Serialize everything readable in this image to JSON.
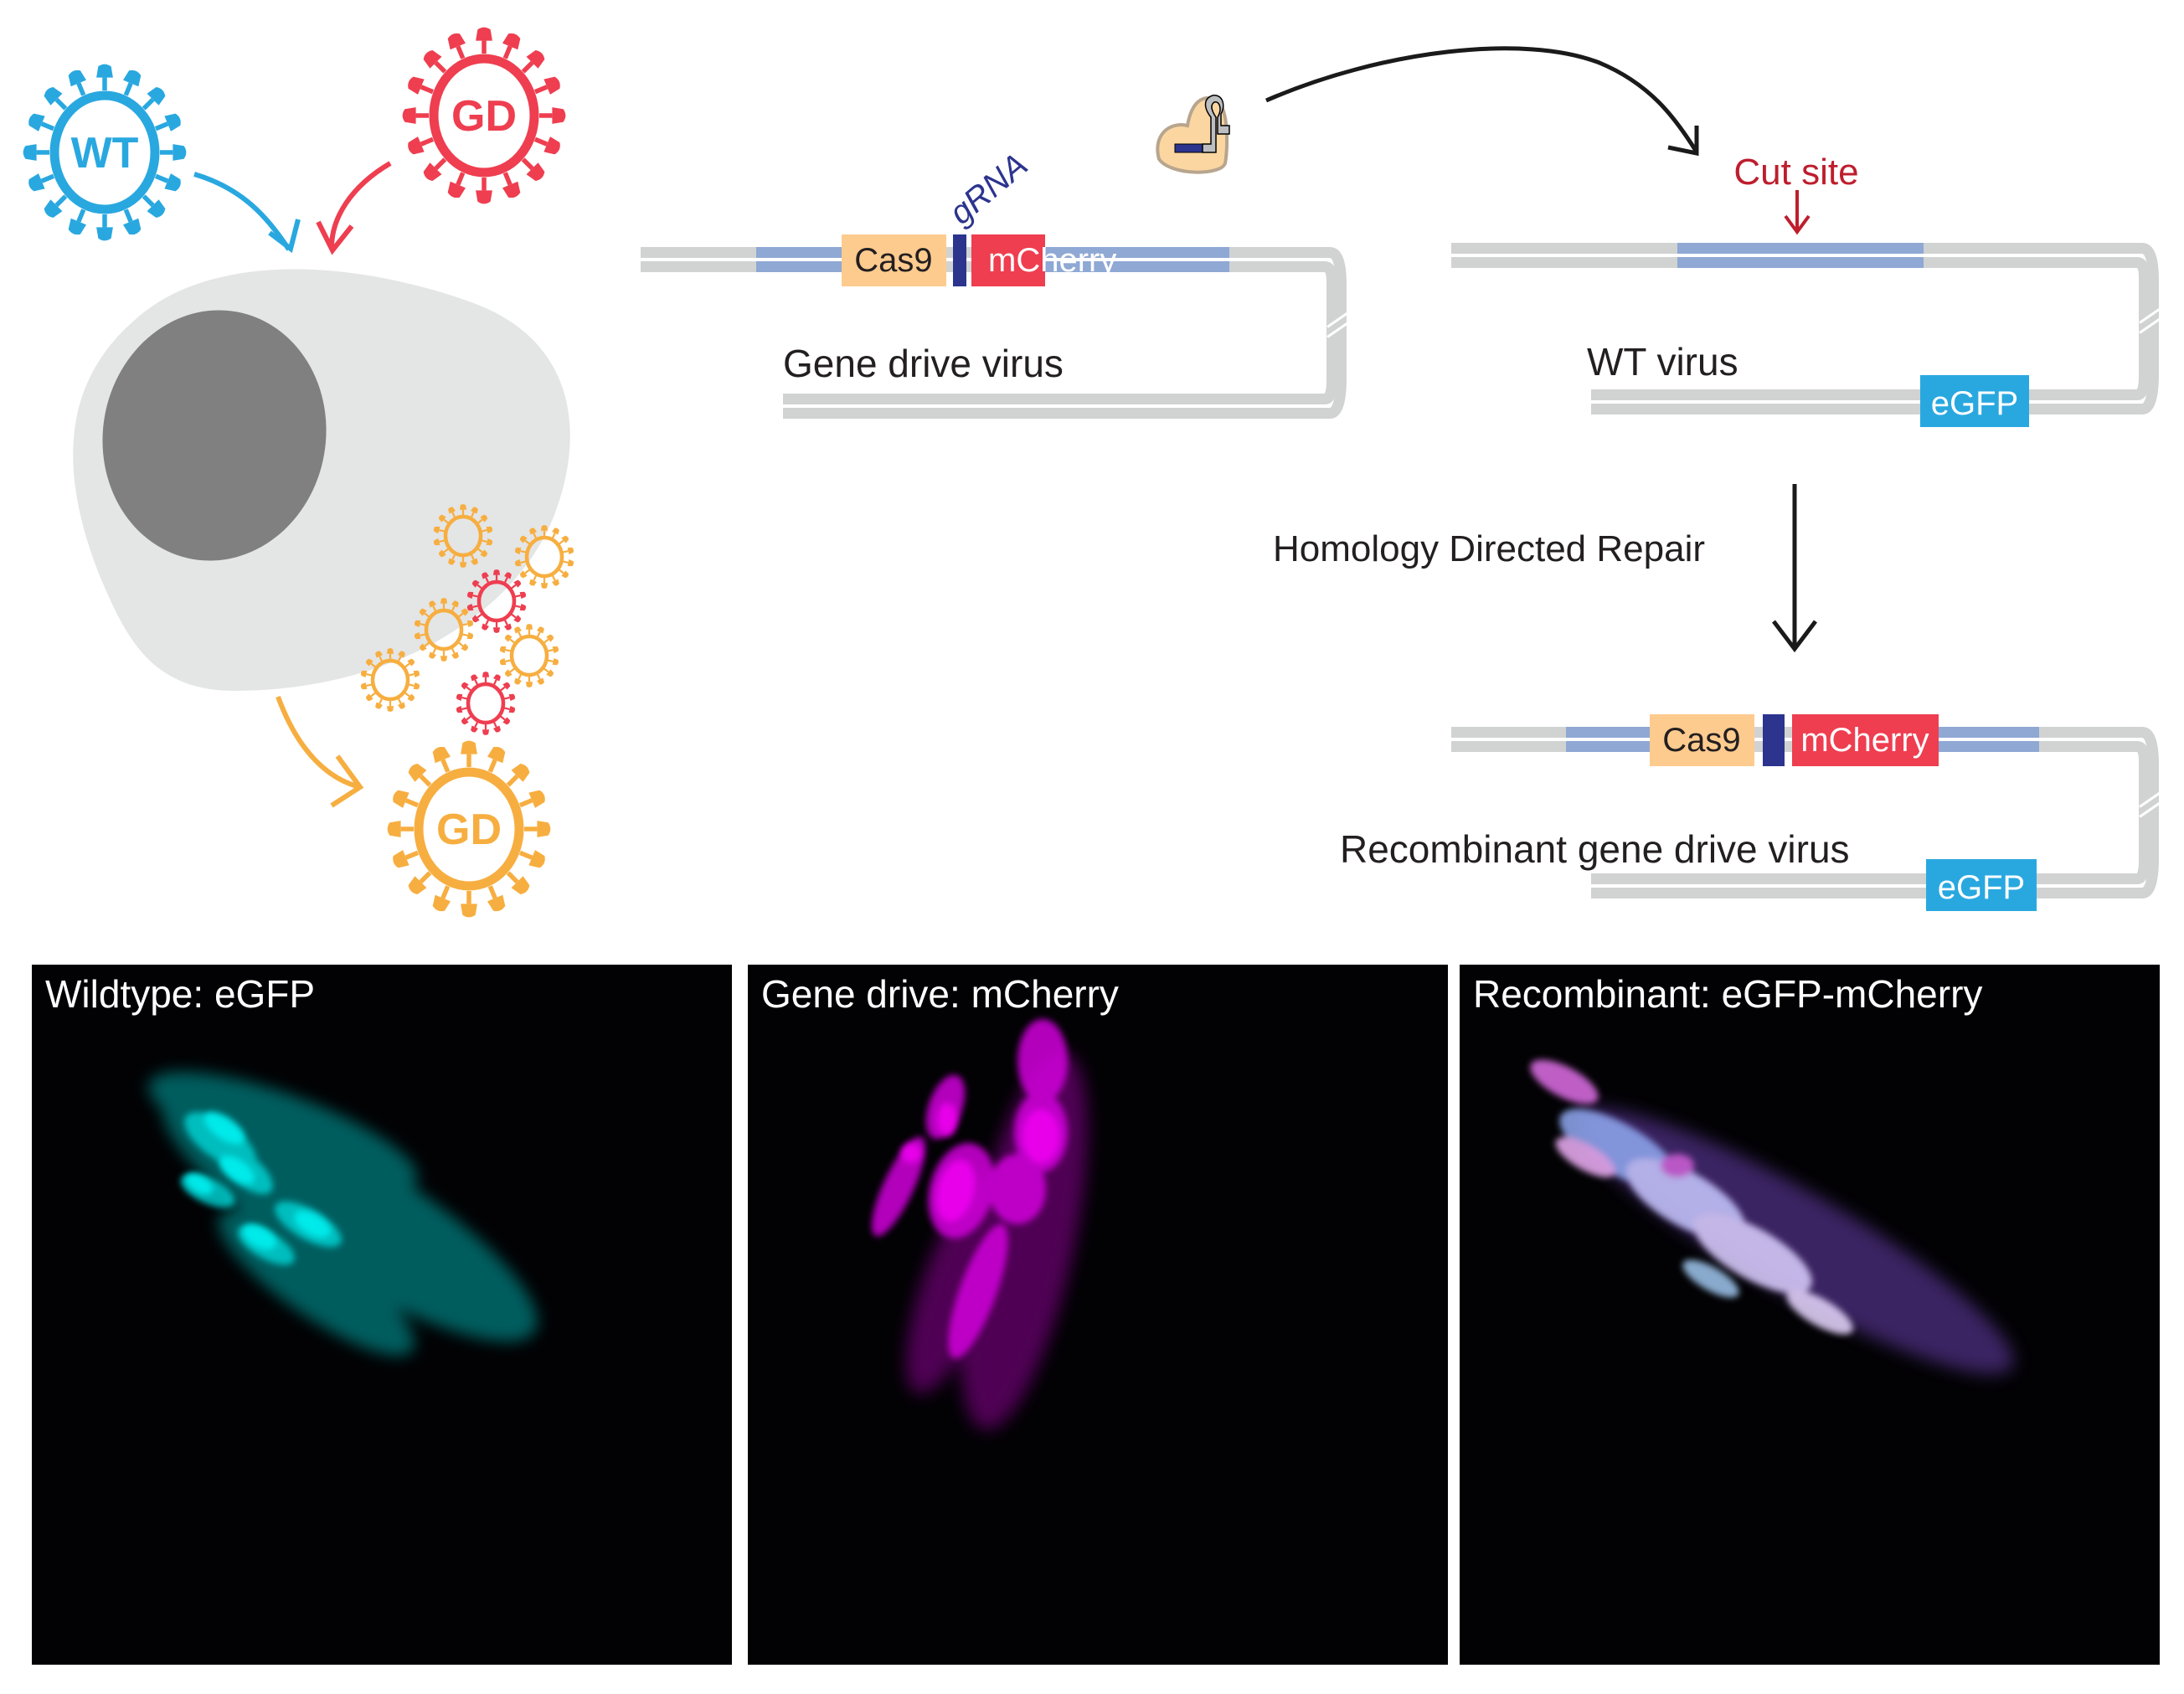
{
  "viruses": {
    "wildtype": {
      "label": "WT",
      "color": "#29a8e0"
    },
    "gene_drive": {
      "label": "GD",
      "color": "#ee3e50"
    },
    "progeny_gene_drive": {
      "label": "GD",
      "color": "#f7ae40"
    }
  },
  "constructs": {
    "gene_drive_virus": {
      "title": "Gene drive virus",
      "cas9_label": "Cas9",
      "grna_label": "gRNA",
      "reporter_label": "mCherry"
    },
    "wt_virus": {
      "title": "WT virus",
      "cut_site_label": "Cut site",
      "reporter_label": "eGFP"
    },
    "recombinant_virus": {
      "title": "Recombinant gene drive virus",
      "cas9_label": "Cas9",
      "reporter1_label": "mCherry",
      "reporter2_label": "eGFP"
    }
  },
  "process": {
    "hdr_label": "Homology Directed Repair"
  },
  "colors": {
    "cas9": "#fecb8f",
    "grna": "#2c348e",
    "mcherry": "#ee3e50",
    "egfp": "#29a8e0",
    "homology_arm": "#8fa8d4",
    "backbone": "#d1d3d2",
    "cut_site": "#be1e2d",
    "cell": "#e4e5e5",
    "nucleus": "#808081"
  },
  "micrographs": [
    {
      "label": "Wildtype: eGFP",
      "channel": "eGFP",
      "tint": "#00e5e5"
    },
    {
      "label": "Gene drive: mCherry",
      "channel": "mCherry",
      "tint": "#e000e8"
    },
    {
      "label": "Recombinant: eGFP-mCherry",
      "channel": "merge",
      "tint": "#c8b6ff"
    }
  ]
}
